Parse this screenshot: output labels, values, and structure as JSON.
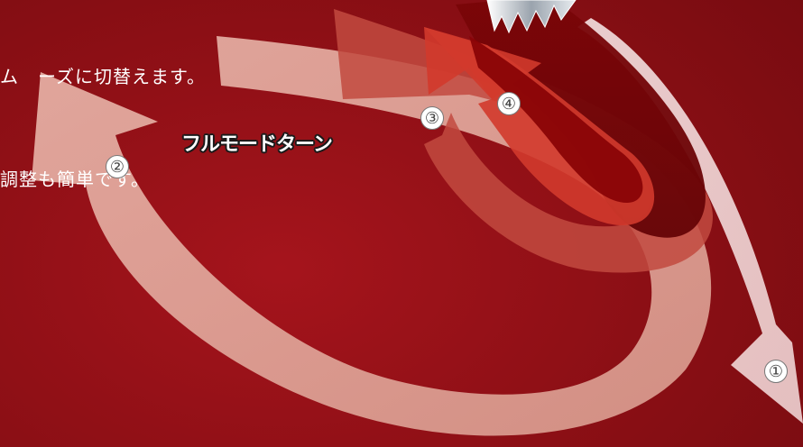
{
  "intro": {
    "line1": "ム　ーズに切替えます。",
    "line2": "調整も簡単です。"
  },
  "mode_label": "フルモードターン",
  "steps": [
    "①",
    "②",
    "③",
    "④"
  ],
  "colors": {
    "background": "#8c0f15",
    "arrow_1": "#f6e3e3",
    "arrow_2": "#e2a89c",
    "arrow_3": "#c0473f",
    "arrow_4": "#cd3529"
  },
  "icons": [
    "paddle-icon"
  ]
}
